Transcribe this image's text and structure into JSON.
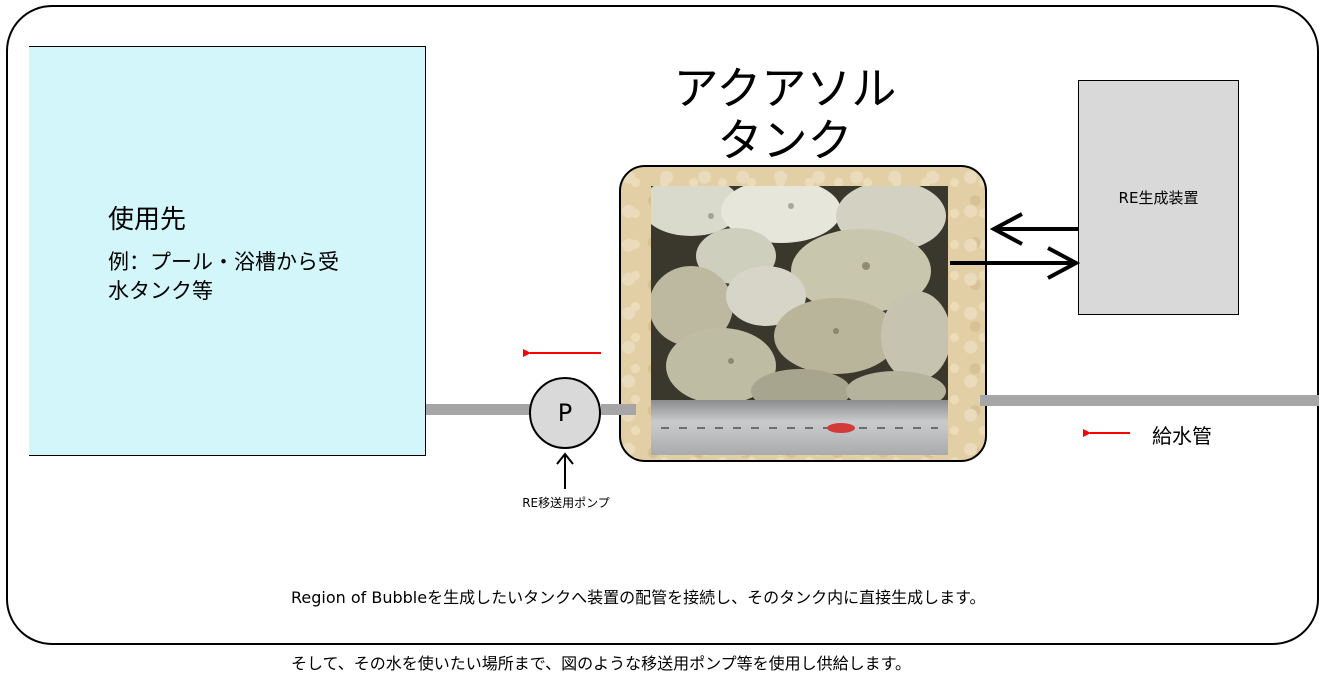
{
  "destination": {
    "title": "使用先",
    "description": "例：プール・浴槽から受水タンク等"
  },
  "tank": {
    "title_line1": "アクアソル",
    "title_line2": "タンク"
  },
  "generator": {
    "label": "RE生成装置"
  },
  "pump": {
    "symbol": "P",
    "caption": "RE移送用ポンプ"
  },
  "supply_pipe": {
    "label": "給水管"
  },
  "footer_note": {
    "line1": "Region of Bubbleを生成したいタンクへ装置の配管を接続し、そのタンク内に直接生成します。",
    "line2": "そして、その水を使いたい場所まで、図のような移送用ポンプ等を使用し供給します。"
  },
  "colors": {
    "destination_fill": "#d2f6f9",
    "pipe": "#a6a6a6",
    "flow_arrow": "#ff0000",
    "generator_fill": "#d9d9d9"
  }
}
